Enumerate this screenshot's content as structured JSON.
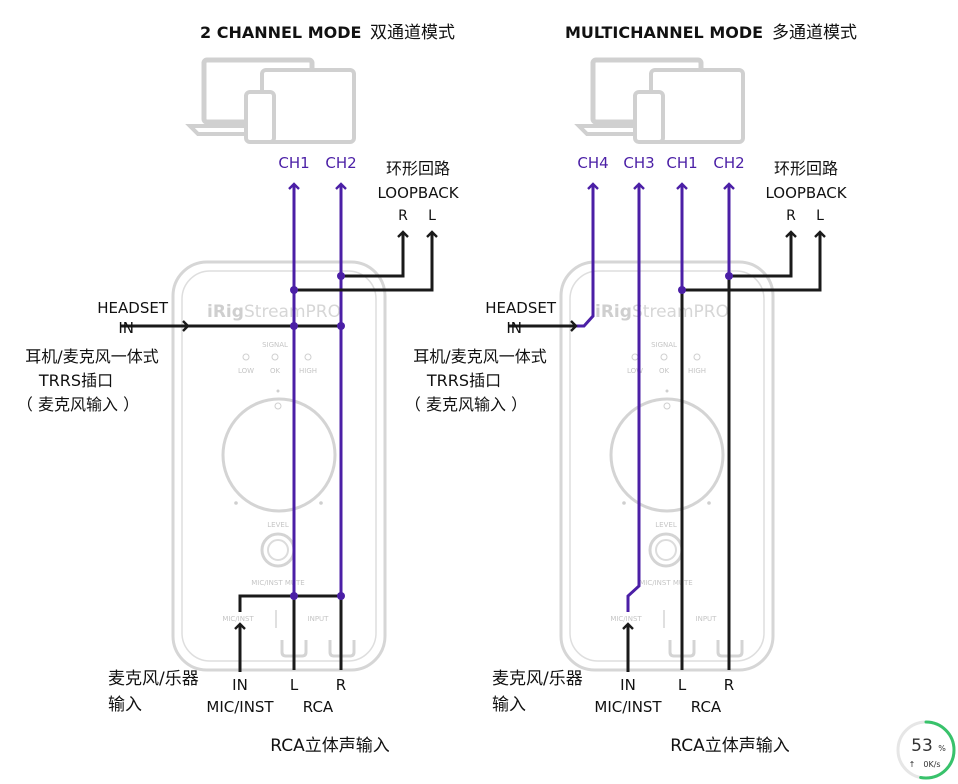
{
  "left_panel": {
    "title": "2 CHANNEL MODE",
    "title_cn": "双通道模式",
    "channels": [
      "CH1",
      "CH2"
    ],
    "loopback_cn": "环形回路",
    "loopback": "LOOPBACK",
    "loop_r": "R",
    "loop_l": "L",
    "headset_line1": "HEADSET",
    "headset_line2": "IN",
    "headset_cn_1": "耳机/麦克风一体式",
    "headset_cn_2": "TRRS插口",
    "headset_cn_3": "（ 麦克风输入 ）",
    "device": {
      "brand": "iRig",
      "model": "StreamPRO",
      "signal": "SIGNAL",
      "low": "LOW",
      "ok": "OK",
      "high": "HIGH",
      "level": "LEVEL",
      "mute": "MIC/INST MUTE",
      "mic_inst": "MIC/INST",
      "input": "INPUT"
    },
    "bottom_cn_1": "麦克风/乐器",
    "bottom_cn_2": "输入",
    "in_label": "IN",
    "mic_inst_label": "MIC/INST",
    "l_label": "L",
    "r_label": "R",
    "rca_label": "RCA",
    "rca_stereo_cn": "RCA立体声输入"
  },
  "right_panel": {
    "title": "MULTICHANNEL MODE",
    "title_cn": "多通道模式",
    "channels": [
      "CH4",
      "CH3",
      "CH1",
      "CH2"
    ],
    "loopback_cn": "环形回路",
    "loopback": "LOOPBACK",
    "loop_r": "R",
    "loop_l": "L",
    "headset_line1": "HEADSET",
    "headset_line2": "IN",
    "headset_cn_1": "耳机/麦克风一体式",
    "headset_cn_2": "TRRS插口",
    "headset_cn_3": "（ 麦克风输入 ）",
    "device": {
      "brand": "iRig",
      "model": "StreamPRO",
      "signal": "SIGNAL",
      "low": "LOW",
      "ok": "OK",
      "high": "HIGH",
      "level": "LEVEL",
      "mute": "MIC/INST MUTE",
      "mic_inst": "MIC/INST",
      "input": "INPUT"
    },
    "bottom_cn_1": "麦克风/乐器",
    "bottom_cn_2": "输入",
    "in_label": "IN",
    "mic_inst_label": "MIC/INST",
    "l_label": "L",
    "r_label": "R",
    "rca_label": "RCA",
    "rca_stereo_cn": "RCA立体声输入"
  },
  "speed_widget": {
    "percent": "53",
    "percent_sign": "%",
    "arrow": "↑",
    "rate": "0K/s",
    "progress": 0.53
  },
  "colors": {
    "wire": "#1a1a1a",
    "accent_wire": "#4b1fa6",
    "device_outline": "#d4d4d4",
    "widget_ring": "#38c26b"
  }
}
